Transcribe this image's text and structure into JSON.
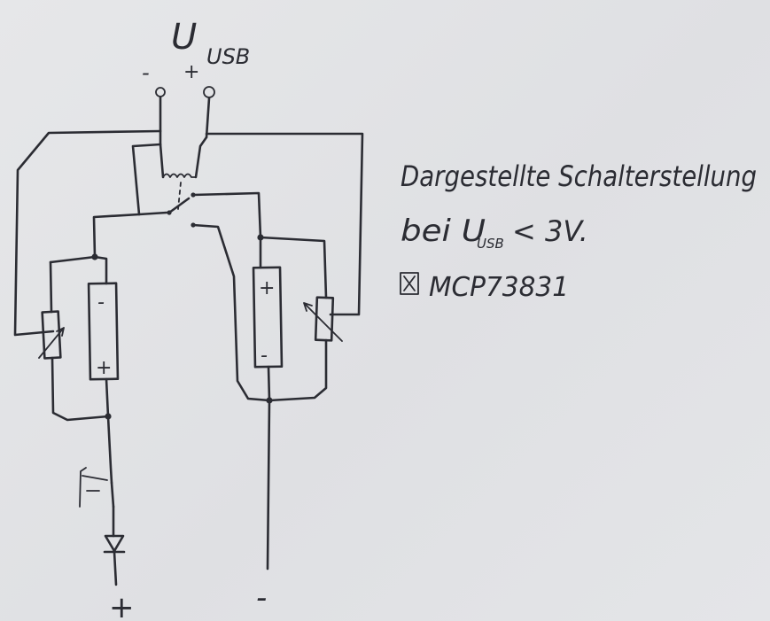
{
  "labels": {
    "voltage_symbol": "U",
    "voltage_subscript": "USB",
    "terminal_minus": "-",
    "terminal_plus": "+",
    "battery_minus": "-",
    "battery_plus": "+",
    "output_plus": "+",
    "output_minus": "-"
  },
  "note": {
    "line1": "Dargestellte Schalterstellung",
    "line2_prefix": "bei U",
    "line2_subscript": "USB",
    "line2_suffix": "< 3V.",
    "ic": "MCP73831"
  }
}
